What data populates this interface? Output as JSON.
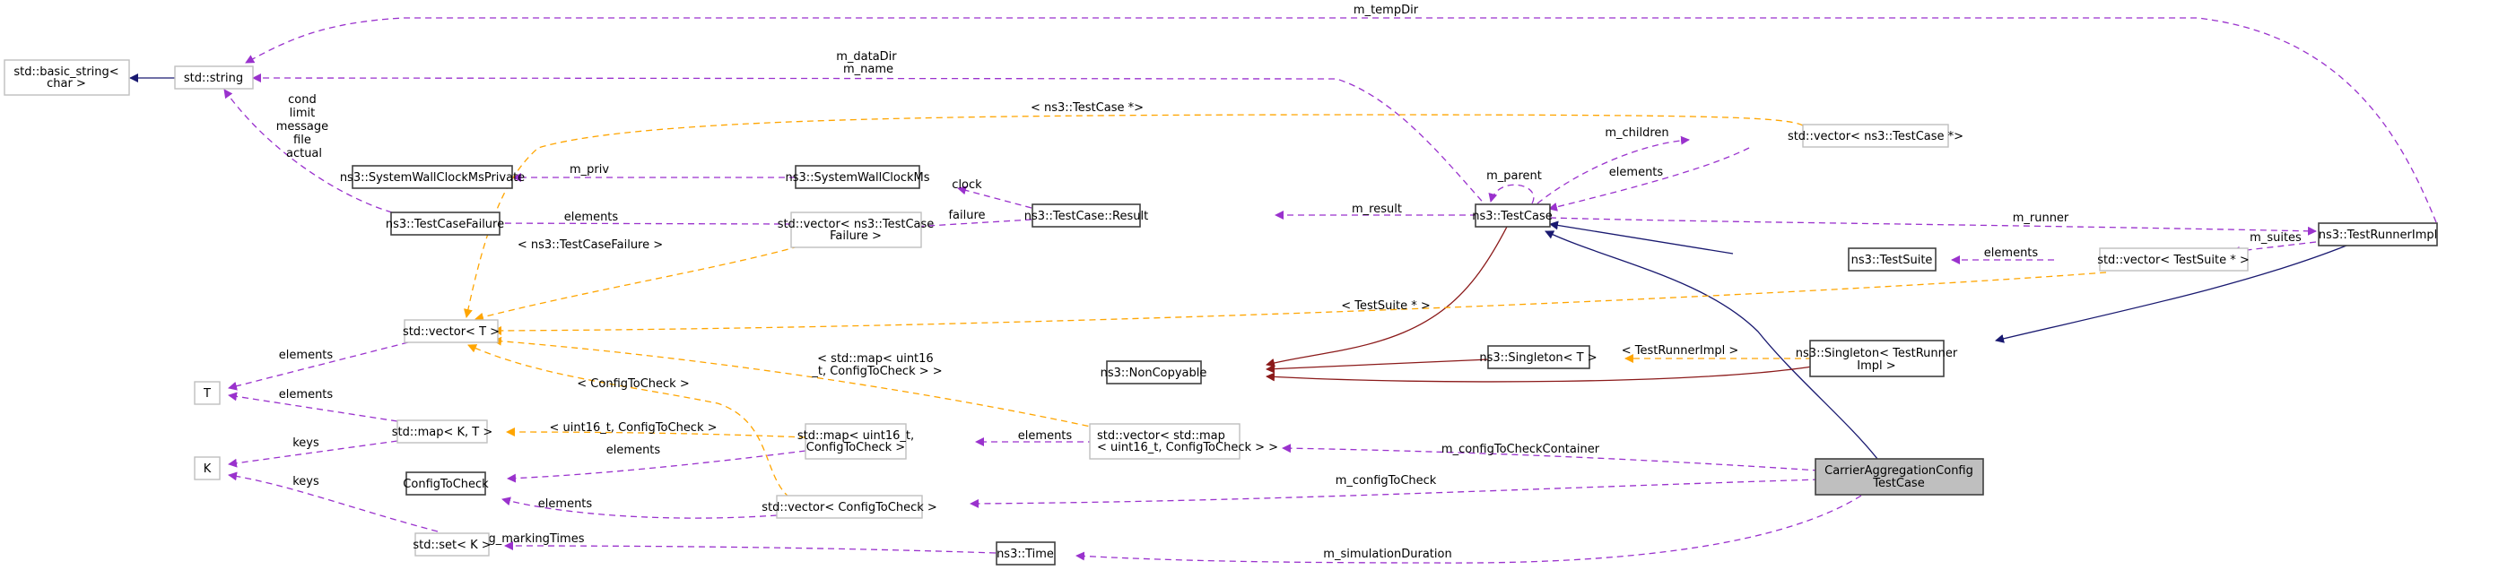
{
  "diagram": {
    "title": "CarrierAggregationConfigTestCase collaboration graph",
    "colors": {
      "usage": "#9a32cd",
      "template": "#ffa500",
      "public_inheritance": "#191970",
      "private_inheritance": "#8b1a1a",
      "focus_fill": "#bfbfbf",
      "documented_border": "#404040",
      "undocumented_border": "#bfbfbf"
    },
    "nodes": {
      "basic_string": {
        "lines": [
          "std::basic_string<",
          "char >"
        ],
        "kind": "external"
      },
      "string": {
        "lines": [
          "std::string"
        ],
        "kind": "external"
      },
      "vector_t": {
        "lines": [
          "std::vector< T >"
        ],
        "kind": "external"
      },
      "t": {
        "lines": [
          "T"
        ],
        "kind": "external"
      },
      "k": {
        "lines": [
          "K"
        ],
        "kind": "external"
      },
      "map_kt": {
        "lines": [
          "std::map< K, T >"
        ],
        "kind": "external"
      },
      "set_k": {
        "lines": [
          "std::set< K >"
        ],
        "kind": "external"
      },
      "config_to_check": {
        "lines": [
          "ConfigToCheck"
        ],
        "kind": "documented"
      },
      "swc_private": {
        "lines": [
          "ns3::SystemWallClockMsPrivate"
        ],
        "kind": "documented"
      },
      "swc": {
        "lines": [
          "ns3::SystemWallClockMs"
        ],
        "kind": "documented"
      },
      "test_case_failure": {
        "lines": [
          "ns3::TestCaseFailure"
        ],
        "kind": "documented"
      },
      "vector_tcf": {
        "lines": [
          "std::vector< ns3::TestCase",
          "Failure >"
        ],
        "kind": "external"
      },
      "map_u16_ctc": {
        "lines": [
          "std::map< uint16_t,",
          "ConfigToCheck >"
        ],
        "kind": "external"
      },
      "vector_ctc": {
        "lines": [
          "std::vector< ConfigToCheck >"
        ],
        "kind": "external"
      },
      "vector_map": {
        "lines": [
          "std::vector< std::map",
          "< uint16_t, ConfigToCheck > >"
        ],
        "kind": "external"
      },
      "time": {
        "lines": [
          "ns3::Time"
        ],
        "kind": "documented"
      },
      "non_copyable": {
        "lines": [
          "ns3::NonCopyable"
        ],
        "kind": "documented"
      },
      "test_case_result": {
        "lines": [
          "ns3::TestCase::Result"
        ],
        "kind": "documented"
      },
      "test_case": {
        "lines": [
          "ns3::TestCase"
        ],
        "kind": "documented"
      },
      "singleton_t": {
        "lines": [
          "ns3::Singleton< T >"
        ],
        "kind": "documented"
      },
      "vector_tc_ptr": {
        "lines": [
          "std::vector< ns3::TestCase *>"
        ],
        "kind": "external"
      },
      "test_suite": {
        "lines": [
          "ns3::TestSuite"
        ],
        "kind": "documented"
      },
      "vector_ts_ptr": {
        "lines": [
          "std::vector< TestSuite * >"
        ],
        "kind": "external"
      },
      "singleton_tri": {
        "lines": [
          "ns3::Singleton< TestRunner",
          "Impl >"
        ],
        "kind": "documented"
      },
      "test_runner_impl": {
        "lines": [
          "ns3::TestRunnerImpl"
        ],
        "kind": "documented"
      },
      "ca_config_test_case": {
        "lines": [
          "CarrierAggregationConfig",
          "TestCase"
        ],
        "kind": "focus"
      }
    },
    "edge_labels": {
      "m_tempDir": [
        "m_tempDir"
      ],
      "m_dataDir_name": [
        "m_dataDir",
        "m_name"
      ],
      "failure_strings": [
        "cond",
        "limit",
        "message",
        "file",
        "actual"
      ],
      "m_priv": [
        "m_priv"
      ],
      "clock": [
        "clock"
      ],
      "failure": [
        "failure"
      ],
      "tcf_elements": [
        "elements"
      ],
      "tcf_template": [
        "< ns3::TestCaseFailure >"
      ],
      "tc_ptr_template": [
        "< ns3::TestCase *>"
      ],
      "m_result": [
        "m_result"
      ],
      "m_parent": [
        "m_parent"
      ],
      "m_children": [
        "m_children"
      ],
      "tc_elements": [
        "elements"
      ],
      "m_runner": [
        "m_runner"
      ],
      "m_suites": [
        "m_suites"
      ],
      "ts_elements": [
        "elements"
      ],
      "ts_template": [
        "< TestSuite * >"
      ],
      "tri_template": [
        "< TestRunnerImpl >"
      ],
      "vec_t_elements": [
        "elements"
      ],
      "map_t_elements": [
        "elements"
      ],
      "map_keys": [
        "keys"
      ],
      "set_keys": [
        "keys"
      ],
      "map_vec_template": [
        "< std::map< uint16",
        "_t, ConfigToCheck > >"
      ],
      "ctc_vec_template": [
        "< ConfigToCheck >"
      ],
      "map_template": [
        "< uint16_t, ConfigToCheck >"
      ],
      "map_ctc_elements": [
        "elements"
      ],
      "vec_map_elements": [
        "elements"
      ],
      "vec_ctc_elements": [
        "elements"
      ],
      "m_configToCheckContainer": [
        "m_configToCheckContainer"
      ],
      "m_configToCheck": [
        "m_configToCheck"
      ],
      "g_markingTimes": [
        "g_markingTimes"
      ],
      "m_simulationDuration": [
        "m_simulationDuration"
      ]
    }
  }
}
